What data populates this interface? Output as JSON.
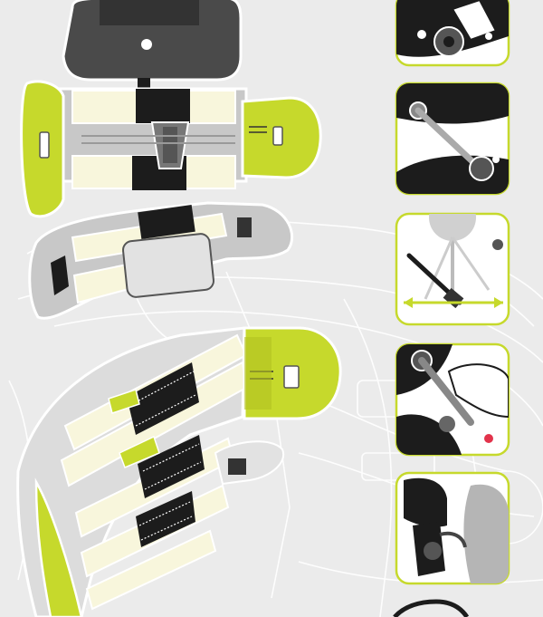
{
  "diagram": {
    "subject": "exploded-harness-assembly",
    "steps": [
      {
        "id": 1,
        "icon": "crank-lever-icon"
      },
      {
        "id": 2,
        "icon": "rod-pivot-icon"
      },
      {
        "id": 3,
        "icon": "telescoping-pole-icon"
      },
      {
        "id": 4,
        "icon": "hand-screwdriver-icon"
      },
      {
        "id": 5,
        "icon": "shoulder-mount-icon"
      }
    ]
  },
  "colors": {
    "background": "#ebebeb",
    "accent": "#c6d92c",
    "accent_dark": "#8ea016",
    "pad_cream": "#f8f6dc",
    "strap_black": "#1c1c1c",
    "frame_gray": "#cfcfcf",
    "outline": "#ffffff"
  }
}
